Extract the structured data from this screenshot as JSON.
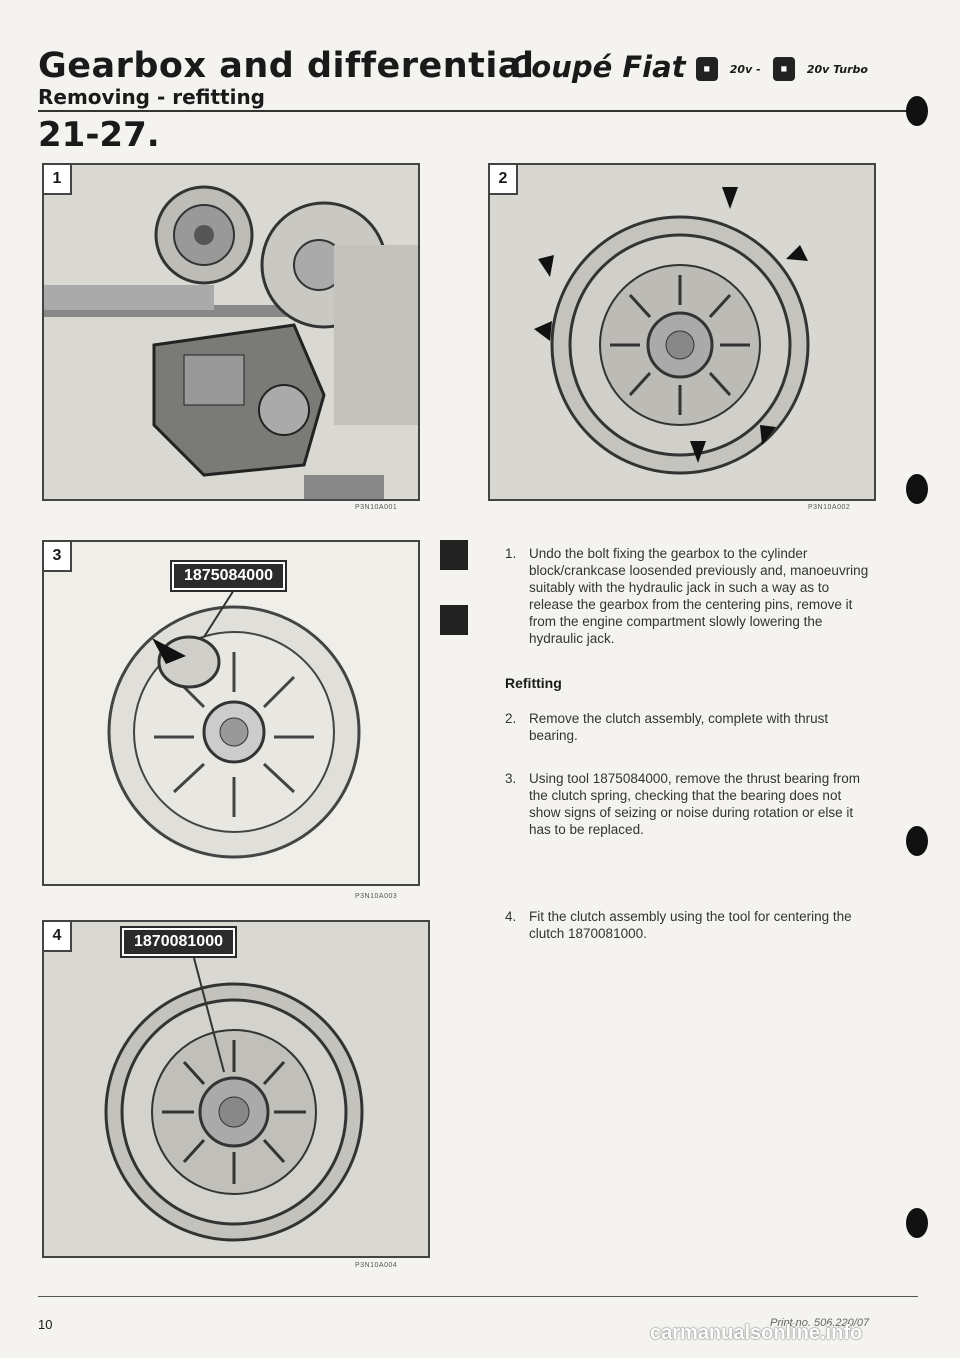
{
  "header": {
    "title": "Gearbox and differential",
    "subtitle": "Removing - refitting",
    "right_title": "Coupé Fiat",
    "variant_1": "20v -",
    "variant_2": "20v Turbo",
    "page_ref": "21-27."
  },
  "figures": [
    {
      "number": "1",
      "code": "P3N10A001"
    },
    {
      "number": "2",
      "code": "P3N10A002"
    },
    {
      "number": "3",
      "code": "P3N10A003",
      "tool": "1875084000"
    },
    {
      "number": "4",
      "code": "P3N10A004",
      "tool": "1870081000"
    }
  ],
  "steps": {
    "step1": {
      "num": "1.",
      "text": "Undo the bolt fixing the gearbox to the cylinder block/crankcase loosended previously and, manoeuvring suitably with the hydraulic jack in such a way as to release the gearbox from the centering pins, remove it from the engine compartment slowly lowering the hydraulic jack."
    },
    "refitting_heading": "Refitting",
    "step2": {
      "num": "2.",
      "text": "Remove the clutch assembly, complete with thrust bearing."
    },
    "step3": {
      "num": "3.",
      "text": "Using tool 1875084000, remove the thrust bearing from the clutch spring, checking that the bearing does not show signs of seizing or noise during rotation or else it has to be replaced."
    },
    "step4": {
      "num": "4.",
      "text": "Fit the clutch assembly using the tool for centering the clutch 1870081000."
    }
  },
  "footer": {
    "page_number": "10",
    "print_ref": "Print no. 506.220/07",
    "watermark": "carmanualsonline.info"
  }
}
